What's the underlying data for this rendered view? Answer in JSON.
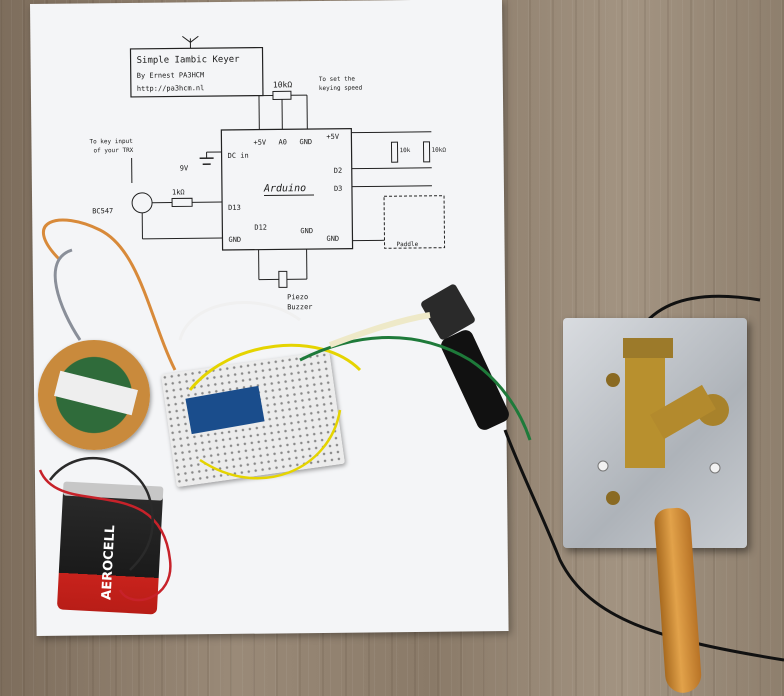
{
  "schematic": {
    "title_lines": [
      "Simple Iambic Keyer",
      "By Ernest PA3HCM",
      "http://pa3hcm.nl"
    ],
    "pot_label": "10kΩ",
    "pot_note_lines": [
      "To set the",
      "keying speed"
    ],
    "key_note_lines": [
      "To key input",
      "of your TRX"
    ],
    "arduino_label": "Arduino",
    "battery_label": "9V",
    "dc_label": "DC in",
    "transistor_label": "BC547",
    "resistor_label": "1kΩ",
    "res2_label": "10k",
    "res3_label": "10kΩ",
    "pins": {
      "plus5v_a": "+5V",
      "a0": "A0",
      "gnd_a": "GND",
      "plus5v_b": "+5V",
      "d2": "D2",
      "d3": "D3",
      "d13": "D13",
      "gnd_left": "GND",
      "d12": "D12",
      "gnd_mid": "GND",
      "gnd_right": "GND"
    },
    "paddle_label": "Paddle",
    "piezo_label_lines": [
      "Piezo",
      "Buzzer"
    ]
  },
  "battery_brand": "AEROCELL",
  "colors": {
    "paper": "#f4f5f7",
    "wood": "#8c7c6a",
    "brass": "#b8902e",
    "handle": "#d08a35"
  }
}
